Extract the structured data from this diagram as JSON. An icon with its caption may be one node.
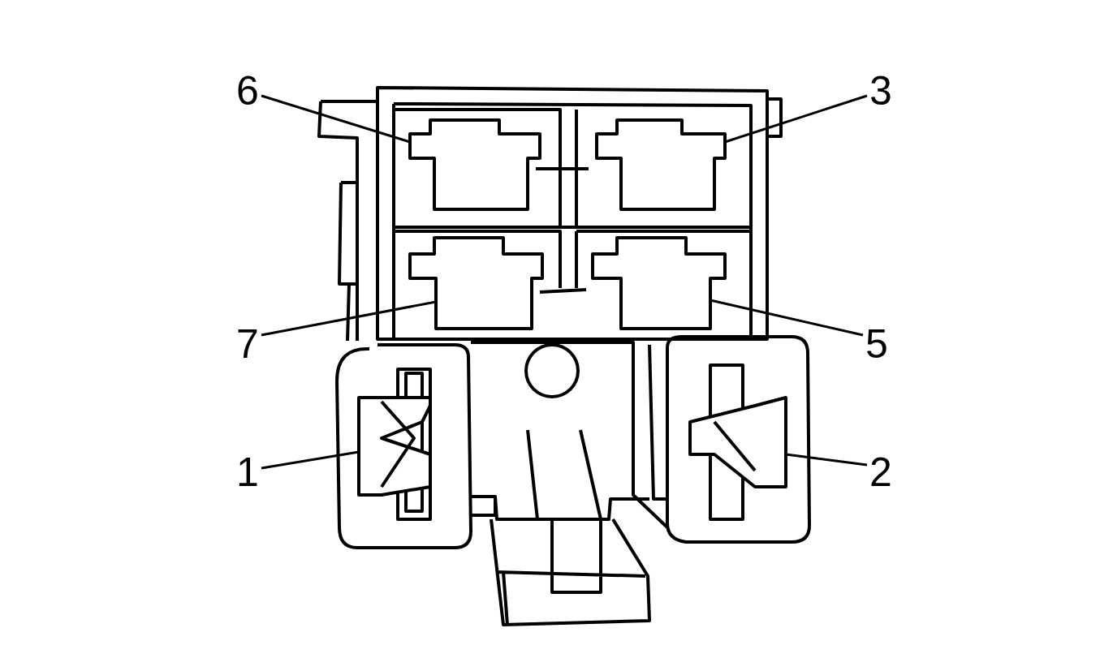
{
  "diagram": {
    "nodes": [
      {
        "text": [
          "6"
        ]
      },
      {
        "text": [],
        "shape": "box"
      },
      {
        "text": [
          "3"
        ]
      },
      {
        "text": [],
        "shape": "box"
      },
      {
        "text": [
          "7"
        ]
      },
      {
        "text": [],
        "shape": "box"
      },
      {
        "text": [
          "5"
        ]
      },
      {
        "text": [],
        "shape": "box"
      },
      {
        "text": [
          "1"
        ]
      },
      {
        "text": [],
        "shape": "box"
      },
      {
        "text": [
          "2"
        ]
      },
      {
        "text": [],
        "shape": "box"
      }
    ],
    "edges": [
      {
        "from": 0,
        "to": 1,
        "arrow": "none"
      },
      {
        "from": 2,
        "to": 3,
        "arrow": "none"
      },
      {
        "from": 4,
        "to": 5,
        "arrow": "none"
      },
      {
        "from": 6,
        "to": 7,
        "arrow": "none"
      },
      {
        "from": 8,
        "to": 9,
        "arrow": "none"
      },
      {
        "from": 10,
        "to": 11,
        "arrow": "none"
      }
    ]
  }
}
